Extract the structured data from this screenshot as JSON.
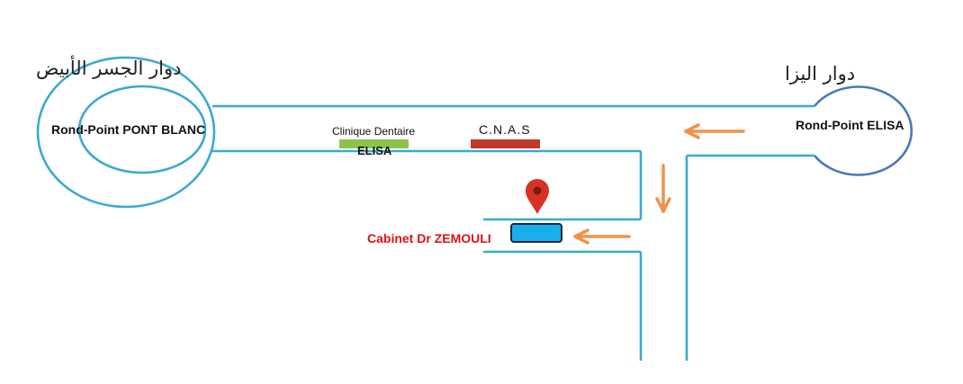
{
  "map": {
    "roundabout_left": {
      "arabic": "دوار الجسر الأبيض",
      "label": "Rond-Point PONT BLANC"
    },
    "roundabout_right": {
      "arabic": "دوار اليزا",
      "label": "Rond-Point  ELISA"
    },
    "clinic": {
      "label": "Clinique Dentaire",
      "name": "ELISA"
    },
    "cnas": {
      "label": "C.N.A.S"
    },
    "cabinet": {
      "label": "Cabinet  Dr ZEMOULI"
    },
    "icons": {
      "pin": "map-pin-icon",
      "arrow_left": "arrow-left-icon",
      "arrow_down": "arrow-down-icon"
    },
    "colors": {
      "road": "#3aaad1",
      "roundabout_right": "#4a7ab8",
      "arrow": "#f0924a",
      "clinic_bar": "#8cc24a",
      "cnas_bar": "#c0392b",
      "cabinet_box": "#1aaeea",
      "cabinet_text": "#e01010",
      "pin": "#d93025"
    }
  }
}
